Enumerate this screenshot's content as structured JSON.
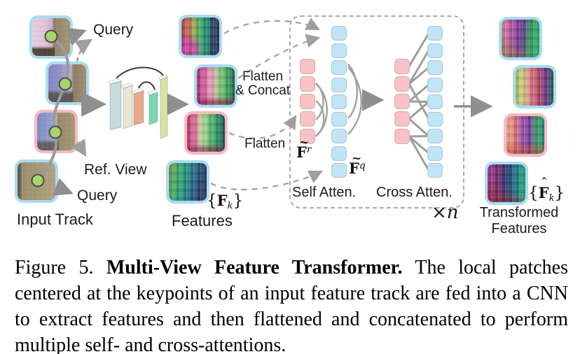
{
  "diagram": {
    "palette": {
      "blue_border": "#a8dcf2",
      "pink_border": "#f6b9c1",
      "token_pink": "#f9c2c6",
      "token_blue": "#bfe5f6",
      "arrow_gray": "#8f8f8f",
      "dashed_gray": "#9f9f9f",
      "keypoint_green": "#a7d56c",
      "cnn_slab_colors": [
        "#c6d9dd",
        "#eae6d3",
        "#e9a98c",
        "#79d9b5",
        "#d6e4a1"
      ]
    },
    "input_track": {
      "label": "Input Track",
      "query_top": "Query",
      "ref_view": "Ref. View",
      "query_bottom": "Query",
      "patches": [
        {
          "role": "query-view",
          "border": "blue",
          "bg": "linear-gradient(180deg, rgba(60,48,40,0) 74%, rgba(74,60,46,0.92) 82%) 0 0/60% 100% no-repeat, linear-gradient(90deg, #e6cfdf 0%, #dfc4d6 35%, #cdb3c8 52%, #93836a 57%, #a79772 100%)"
        },
        {
          "role": "query-view",
          "border": "blue",
          "bg": "linear-gradient(180deg, rgba(0,0,0,0) 68%, rgba(88,82,74,0.92) 78%) 0 0/66% 100% no-repeat, linear-gradient(90deg, #7e86bd 0%, #9a95c8 35%, #beb2d6 60%, #8f7f64 66%, #a09070 100%)"
        },
        {
          "role": "reference-view",
          "border": "pink",
          "bg": "linear-gradient(180deg, rgba(0,0,0,0) 72%, rgba(96,90,84,0.88) 80%) 0 0/58% 100% no-repeat, linear-gradient(90deg, #7f8cc4 0%, #98a2d0 40%, #b7b4d8 50%, #968a68 55%, #a89a76 100%)"
        },
        {
          "role": "query-view",
          "border": "blue",
          "bg": "linear-gradient(90deg, #565148 0%, #6b6252 7%, #9c8d6c 12%, #a89a78 55%, #b0a382 100%)"
        }
      ]
    },
    "features": {
      "label": "Features",
      "flatten_concat_line1": "Flatten",
      "flatten_concat_line2": "& Concat",
      "flatten": "Flatten",
      "set_symbol": {
        "open": "{",
        "f": "F",
        "sub": "k",
        "close": "}"
      },
      "maps": [
        {
          "border": "blue",
          "dir": "92deg",
          "stops": [
            "#b8404e",
            "#cc6450",
            "#9faf4f",
            "#3cb469",
            "#1d9070",
            "#263b66",
            "#3c2f5e"
          ],
          "accent": "radial-gradient(circle at 18% 82%, rgba(205,60,170,0.85) 0 14%, rgba(205,60,170,0) 34%)"
        },
        {
          "border": "blue",
          "dir": "90deg",
          "stops": [
            "#ad2f7f",
            "#e160a2",
            "#f0aec2",
            "#93d47d",
            "#3fae60",
            "#1d5c45"
          ],
          "accent": "linear-gradient(0deg, rgba(130,20,60,0.55) 0 12%, rgba(130,20,60,0) 22%)"
        },
        {
          "border": "pink",
          "dir": "90deg",
          "stops": [
            "#bb3a72",
            "#ec6ba2",
            "#c9e8a0",
            "#62c46e",
            "#2b9c64",
            "#174f52"
          ],
          "accent": "linear-gradient(0deg, rgba(120,25,70,0.5) 0 12%, rgba(120,25,70,0) 22%)"
        },
        {
          "border": "blue",
          "dir": "100deg",
          "stops": [
            "#8a9c42",
            "#46b065",
            "#20a07c",
            "#23708e",
            "#27406e",
            "#2e3158"
          ],
          "accent": ""
        }
      ]
    },
    "attention": {
      "self_label": "Self Atten.",
      "cross_label": "Cross Atten.",
      "repeat_label": {
        "times": "×",
        "n": "n"
      },
      "fr_symbol": {
        "f": "F",
        "accent": "~",
        "sup": "r"
      },
      "fq_symbol": {
        "f": "F",
        "accent": "~",
        "sup": "q"
      },
      "self_ref_tokens": 5,
      "self_query_tokens": 9,
      "cross_ref_tokens": 5,
      "cross_query_tokens": 9,
      "cross_connections": [
        [
          1,
          1
        ],
        [
          2,
          2
        ],
        [
          2,
          3
        ],
        [
          2,
          6
        ],
        [
          3,
          4
        ],
        [
          3,
          5
        ],
        [
          4,
          5
        ],
        [
          4,
          7
        ],
        [
          5,
          7
        ],
        [
          5,
          8
        ],
        [
          5,
          9
        ]
      ]
    },
    "transformed": {
      "label_line1": "Transformed",
      "label_line2": "Features",
      "set_symbol": {
        "open": "{",
        "f": "F",
        "accent": "ˆ",
        "sub": "k",
        "close": "}"
      },
      "maps": [
        {
          "border": "blue",
          "dir": "95deg",
          "stops": [
            "#e09089",
            "#c058ae",
            "#6d3596",
            "#35a160",
            "#2bb873"
          ],
          "accent": "linear-gradient(215deg, rgba(0,0,0,0) 60%, rgba(150,130,60,0.55) 85%)"
        },
        {
          "border": "blue",
          "dir": "90deg",
          "stops": [
            "#aac757",
            "#dcd28d",
            "#e57f87",
            "#c24a6c",
            "#6f3a90",
            "#226048"
          ],
          "accent": ""
        },
        {
          "border": "pink",
          "dir": "90deg",
          "stops": [
            "#f2b88a",
            "#e87e7c",
            "#ad58ab",
            "#7c3ba2",
            "#3aa869",
            "#218a77"
          ],
          "accent": "linear-gradient(0deg, rgba(200,70,40,0.45) 0 15%, rgba(200,70,40,0) 30%)"
        },
        {
          "border": "blue",
          "dir": "92deg",
          "stops": [
            "#b03a9a",
            "#7c2c70",
            "#2b3a72",
            "#1f7e8d",
            "#2bb173"
          ],
          "accent": "linear-gradient(205deg, rgba(0,0,0,0) 55%, rgba(160,30,50,0.6) 85%)"
        }
      ]
    }
  },
  "caption": {
    "figure_label": "Figure 5.",
    "title": "Multi-View Feature Transformer.",
    "body": "The local patches centered at the keypoints of an input feature track are fed into a CNN to extract features and then flattened and concatenated to perform multiple self- and cross-attentions."
  }
}
